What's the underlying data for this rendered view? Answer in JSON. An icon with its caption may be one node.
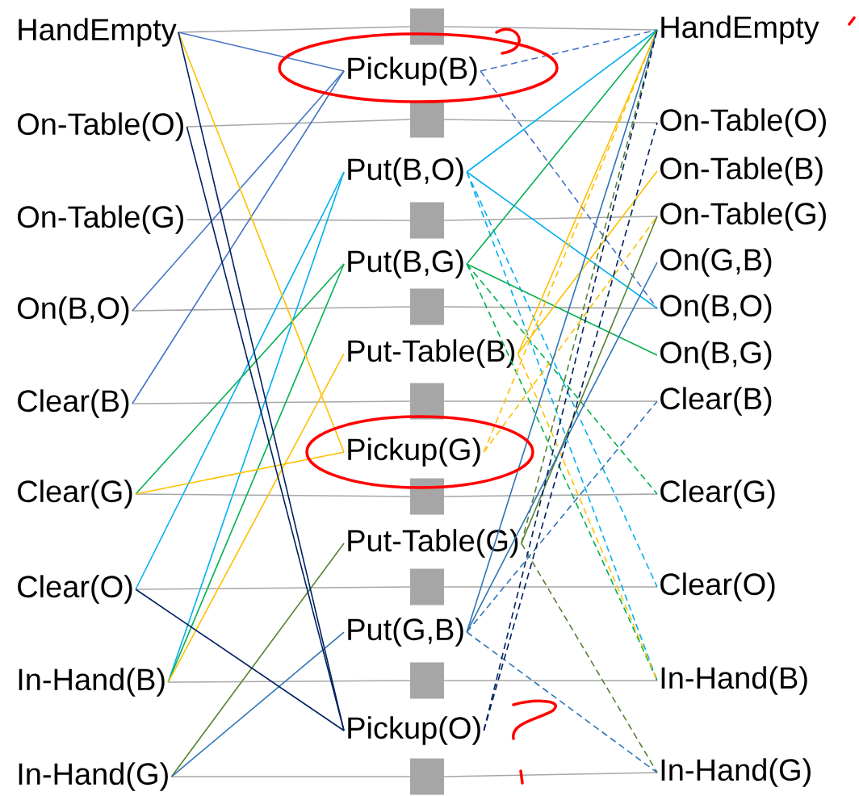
{
  "diagram": {
    "nodes": [
      {
        "text": [
          "HandEmpty"
        ]
      },
      {
        "text": [
          "On-Table(O)"
        ]
      },
      {
        "text": [
          "On-Table(G)"
        ]
      },
      {
        "text": [
          "On(B,O)"
        ]
      },
      {
        "text": [
          "Clear(B)"
        ]
      },
      {
        "text": [
          "Clear(G)"
        ]
      },
      {
        "text": [
          "Clear(O)"
        ]
      },
      {
        "text": [
          "In-Hand(B)"
        ]
      },
      {
        "text": [
          "In-Hand(G)"
        ]
      },
      {
        "text": [
          "Pickup(B)"
        ]
      },
      {
        "text": [
          "Put(B,O)"
        ]
      },
      {
        "text": [
          "Put(B,G)"
        ]
      },
      {
        "text": [
          "Put-Table(B)"
        ]
      },
      {
        "text": [
          "Pickup(G)"
        ]
      },
      {
        "text": [
          "Put-Table(G)"
        ]
      },
      {
        "text": [
          "Put(G,B)"
        ]
      },
      {
        "text": [
          "Pickup(O)"
        ]
      },
      {
        "text": [],
        "shape": "box"
      },
      {
        "text": [],
        "shape": "box"
      },
      {
        "text": [],
        "shape": "box"
      },
      {
        "text": [],
        "shape": "box"
      },
      {
        "text": [],
        "shape": "box"
      },
      {
        "text": [],
        "shape": "box"
      },
      {
        "text": [],
        "shape": "box"
      },
      {
        "text": [],
        "shape": "box"
      },
      {
        "text": [],
        "shape": "box"
      },
      {
        "text": [
          "HandEmpty"
        ]
      },
      {
        "text": [
          "On-Table(O)"
        ]
      },
      {
        "text": [
          "On-Table(B)"
        ]
      },
      {
        "text": [
          "On-Table(G)"
        ]
      },
      {
        "text": [
          "On(G,B)"
        ]
      },
      {
        "text": [
          "On(B,O)"
        ]
      },
      {
        "text": [
          "On(B,G)"
        ]
      },
      {
        "text": [
          "Clear(B)"
        ]
      },
      {
        "text": [
          "Clear(G)"
        ]
      },
      {
        "text": [
          "Clear(O)"
        ]
      },
      {
        "text": [
          "In-Hand(B)"
        ]
      },
      {
        "text": [
          "In-Hand(G)"
        ]
      }
    ],
    "edges": [
      {
        "from": 0,
        "to": 17,
        "arrow": "none",
        "color": "#a6a6a6"
      },
      {
        "from": 1,
        "to": 18,
        "arrow": "none",
        "color": "#a6a6a6"
      },
      {
        "from": 2,
        "to": 19,
        "arrow": "none",
        "color": "#a6a6a6"
      },
      {
        "from": 3,
        "to": 20,
        "arrow": "none",
        "color": "#a6a6a6"
      },
      {
        "from": 4,
        "to": 21,
        "arrow": "none",
        "color": "#a6a6a6"
      },
      {
        "from": 5,
        "to": 22,
        "arrow": "none",
        "color": "#a6a6a6"
      },
      {
        "from": 6,
        "to": 23,
        "arrow": "none",
        "color": "#a6a6a6"
      },
      {
        "from": 7,
        "to": 24,
        "arrow": "none",
        "color": "#a6a6a6"
      },
      {
        "from": 8,
        "to": 25,
        "arrow": "none",
        "color": "#a6a6a6"
      },
      {
        "from": 17,
        "to": 26,
        "arrow": "none",
        "color": "#a6a6a6"
      },
      {
        "from": 18,
        "to": 27,
        "arrow": "none",
        "color": "#a6a6a6"
      },
      {
        "from": 19,
        "to": 29,
        "arrow": "none",
        "color": "#a6a6a6"
      },
      {
        "from": 20,
        "to": 31,
        "arrow": "none",
        "color": "#a6a6a6"
      },
      {
        "from": 21,
        "to": 33,
        "arrow": "none",
        "color": "#a6a6a6"
      },
      {
        "from": 22,
        "to": 34,
        "arrow": "none",
        "color": "#a6a6a6"
      },
      {
        "from": 23,
        "to": 35,
        "arrow": "none",
        "color": "#a6a6a6"
      },
      {
        "from": 24,
        "to": 36,
        "arrow": "none",
        "color": "#a6a6a6"
      },
      {
        "from": 25,
        "to": 37,
        "arrow": "none",
        "color": "#a6a6a6"
      },
      {
        "from": 0,
        "to": 9,
        "arrow": "none",
        "color": "#4472c4"
      },
      {
        "from": 3,
        "to": 9,
        "arrow": "none",
        "color": "#4472c4"
      },
      {
        "from": 4,
        "to": 9,
        "arrow": "none",
        "color": "#4472c4"
      },
      {
        "from": 6,
        "to": 10,
        "arrow": "none",
        "color": "#00b0f0"
      },
      {
        "from": 7,
        "to": 10,
        "arrow": "none",
        "color": "#00b0f0"
      },
      {
        "from": 5,
        "to": 11,
        "arrow": "none",
        "color": "#00b050"
      },
      {
        "from": 7,
        "to": 11,
        "arrow": "none",
        "color": "#00b050"
      },
      {
        "from": 7,
        "to": 12,
        "arrow": "none",
        "color": "#ffc000"
      },
      {
        "from": 0,
        "to": 13,
        "arrow": "none",
        "color": "#ffc000"
      },
      {
        "from": 5,
        "to": 13,
        "arrow": "none",
        "color": "#ffc000"
      },
      {
        "from": 8,
        "to": 14,
        "arrow": "none",
        "color": "#548235"
      },
      {
        "from": 8,
        "to": 15,
        "arrow": "none",
        "color": "#2e75b6"
      },
      {
        "from": 0,
        "to": 16,
        "arrow": "none",
        "color": "#002060"
      },
      {
        "from": 1,
        "to": 16,
        "arrow": "none",
        "color": "#002060"
      },
      {
        "from": 6,
        "to": 16,
        "arrow": "none",
        "color": "#002060"
      },
      {
        "from": 9,
        "to": 26,
        "arrow": "none",
        "style": "dashed",
        "color": "#4472c4"
      },
      {
        "from": 9,
        "to": 31,
        "arrow": "none",
        "style": "dashed",
        "color": "#4472c4"
      },
      {
        "from": 10,
        "to": 26,
        "arrow": "none",
        "color": "#00b0f0"
      },
      {
        "from": 10,
        "to": 31,
        "arrow": "none",
        "color": "#00b0f0"
      },
      {
        "from": 10,
        "to": 35,
        "arrow": "none",
        "style": "dashed",
        "color": "#00b0f0"
      },
      {
        "from": 10,
        "to": 36,
        "arrow": "none",
        "style": "dashed",
        "color": "#00b0f0"
      },
      {
        "from": 11,
        "to": 26,
        "arrow": "none",
        "color": "#00b050"
      },
      {
        "from": 11,
        "to": 32,
        "arrow": "none",
        "color": "#00b050"
      },
      {
        "from": 11,
        "to": 34,
        "arrow": "none",
        "style": "dashed",
        "color": "#00b050"
      },
      {
        "from": 11,
        "to": 36,
        "arrow": "none",
        "style": "dashed",
        "color": "#00b050"
      },
      {
        "from": 12,
        "to": 26,
        "arrow": "none",
        "color": "#ffc000"
      },
      {
        "from": 12,
        "to": 28,
        "arrow": "none",
        "color": "#ffc000"
      },
      {
        "from": 12,
        "to": 36,
        "arrow": "none",
        "style": "dashed",
        "color": "#ffc000"
      },
      {
        "from": 13,
        "to": 26,
        "arrow": "none",
        "style": "dashed",
        "color": "#ffc000"
      },
      {
        "from": 13,
        "to": 29,
        "arrow": "none",
        "style": "dashed",
        "color": "#ffc000"
      },
      {
        "from": 14,
        "to": 29,
        "arrow": "none",
        "color": "#548235"
      },
      {
        "from": 14,
        "to": 26,
        "arrow": "none",
        "style": "dashed",
        "color": "#548235"
      },
      {
        "from": 14,
        "to": 37,
        "arrow": "none",
        "style": "dashed",
        "color": "#548235"
      },
      {
        "from": 15,
        "to": 26,
        "arrow": "none",
        "color": "#2e75b6"
      },
      {
        "from": 15,
        "to": 30,
        "arrow": "none",
        "color": "#2e75b6"
      },
      {
        "from": 15,
        "to": 33,
        "arrow": "none",
        "style": "dashed",
        "color": "#2e75b6"
      },
      {
        "from": 15,
        "to": 37,
        "arrow": "none",
        "style": "dashed",
        "color": "#2e75b6"
      },
      {
        "from": 16,
        "to": 26,
        "arrow": "none",
        "style": "dashed",
        "color": "#002060"
      },
      {
        "from": 16,
        "to": 27,
        "arrow": "none",
        "style": "dashed",
        "color": "#002060"
      }
    ]
  }
}
